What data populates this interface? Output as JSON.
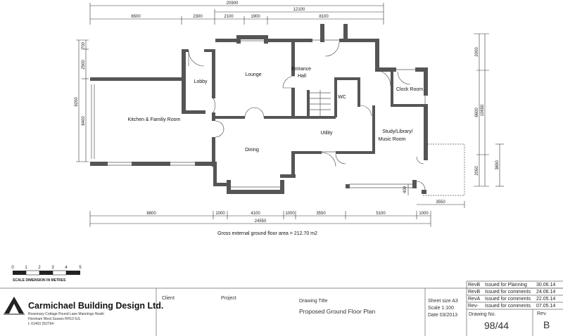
{
  "dimensions": {
    "overall_top": "20900",
    "top_mid": "12100",
    "top_segments": [
      "6500",
      "2300",
      "2100",
      "1900",
      "8100"
    ],
    "left_segments": [
      "700",
      "2500",
      "6400"
    ],
    "left_total": "9200",
    "right_segments": [
      "2000",
      "6600",
      "2050"
    ],
    "right_total": "10650",
    "right_small": "3650",
    "bottom_segments": [
      "8800",
      "1000",
      "4100",
      "1000",
      "3550",
      "5100",
      "1000"
    ],
    "bottom_total": "24550",
    "porch_width": "3550",
    "porch_depth": "400"
  },
  "rooms": {
    "kitchen": "Kitchen & Familiy Room",
    "lobby": "Lobby",
    "lounge": "Lounge",
    "entrance_1": "Entrance",
    "entrance_2": "Hall",
    "wc": "WC",
    "cloak": "Clock Room",
    "dining": "Dining",
    "utility": "Utility",
    "study_1": "Study/Library/",
    "study_2": "Music Room"
  },
  "area_note": "Gross external ground floor area = 212.70 m2",
  "scale_bar": {
    "ticks": [
      "0",
      "1",
      "2",
      "3",
      "4",
      "5"
    ],
    "caption": "SCALE DIMENSION IN METRES"
  },
  "title_block": {
    "company": "Carmichael Building Design Ltd.",
    "address_1": "Rosemary Cottage  Pound Lane Mannings Heath",
    "address_2": "Horsham  West Sussex  RH13 6JL",
    "phone": "t: 01403 252764",
    "client_label": "Client",
    "project_label": "Project",
    "drawing_title_label": "Drawing Title",
    "drawing_title": "Proposed Ground Floor Plan",
    "sheet_size": "Sheet size A3",
    "scale": "Scale  1:100",
    "date": "Date 03/2013",
    "drawing_no_label": "Drawing No.",
    "drawing_no": "98/44",
    "rev_label": "Rev.",
    "rev": "B"
  },
  "revisions": [
    {
      "rev": "RevB",
      "desc": "Issued for Planning",
      "date": "30.06.14"
    },
    {
      "rev": "RevB",
      "desc": "Issued for comments",
      "date": "24.06.14"
    },
    {
      "rev": "RevA",
      "desc": "Issued for comments",
      "date": "22.05.14"
    },
    {
      "rev": "Rev-",
      "desc": "Issued for comments",
      "date": "07.05.14"
    }
  ]
}
